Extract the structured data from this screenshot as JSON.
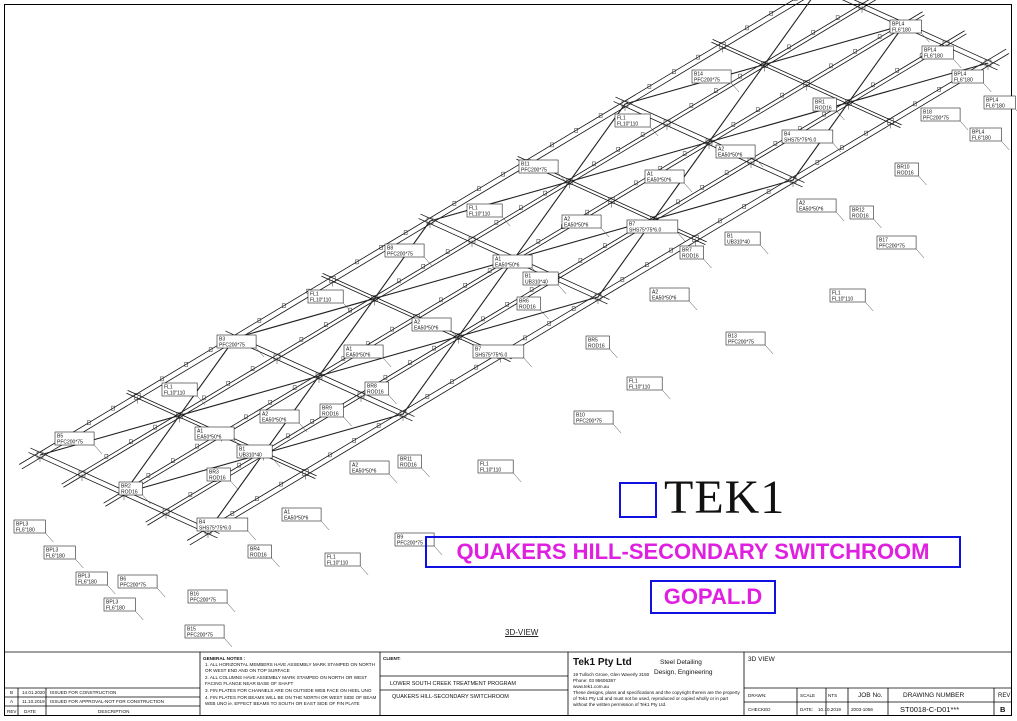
{
  "drawing": {
    "view_caption": "3D-VIEW",
    "labels": [
      {
        "code": "BPL4",
        "sub": "FL6\"180"
      },
      {
        "code": "BPL4",
        "sub": "FL6\"180"
      },
      {
        "code": "BPL4",
        "sub": "FL6\"180"
      },
      {
        "code": "BPL4",
        "sub": "FL6\"180"
      },
      {
        "code": "BPL4",
        "sub": "FL6\"180"
      },
      {
        "code": "BPL3",
        "sub": "FL6\"180"
      },
      {
        "code": "BPL3",
        "sub": "FL6\"180"
      },
      {
        "code": "BPL3",
        "sub": "FL6\"180"
      },
      {
        "code": "BPL3",
        "sub": "FL6\"180"
      },
      {
        "code": "B15",
        "sub": "PFC200*75"
      },
      {
        "code": "B14",
        "sub": "PFC200*75"
      },
      {
        "code": "B11",
        "sub": "PFC200*75"
      },
      {
        "code": "B8",
        "sub": "PFC200*75"
      },
      {
        "code": "B3",
        "sub": "PFC200*75"
      },
      {
        "code": "B5",
        "sub": "PFC200*75"
      },
      {
        "code": "B6",
        "sub": "PFC200*75"
      },
      {
        "code": "B16",
        "sub": "PFC200*75"
      },
      {
        "code": "B17",
        "sub": "PFC200*75"
      },
      {
        "code": "B13",
        "sub": "PFC200*75"
      },
      {
        "code": "B10",
        "sub": "PFC200*75"
      },
      {
        "code": "B9",
        "sub": "PFC200*75"
      },
      {
        "code": "B18",
        "sub": "PFC200*75"
      },
      {
        "code": "FL1",
        "sub": "FL10\"110"
      },
      {
        "code": "FL1",
        "sub": "FL10\"110"
      },
      {
        "code": "FL1",
        "sub": "FL10\"110"
      },
      {
        "code": "FL1",
        "sub": "FL10\"110"
      },
      {
        "code": "FL1",
        "sub": "FL10\"110"
      },
      {
        "code": "FL1",
        "sub": "FL10\"110"
      },
      {
        "code": "FL1",
        "sub": "FL10\"110"
      },
      {
        "code": "FL1",
        "sub": "FL10\"110"
      },
      {
        "code": "A1",
        "sub": "EA50*50*6"
      },
      {
        "code": "A1",
        "sub": "EA50*50*6"
      },
      {
        "code": "A1",
        "sub": "EA50*50*6"
      },
      {
        "code": "A1",
        "sub": "EA50*50*6"
      },
      {
        "code": "A1",
        "sub": "EA50*50*6"
      },
      {
        "code": "A2",
        "sub": "EA50*50*6"
      },
      {
        "code": "A2",
        "sub": "EA50*50*6"
      },
      {
        "code": "A2",
        "sub": "EA50*50*6"
      },
      {
        "code": "A2",
        "sub": "EA50*50*6"
      },
      {
        "code": "A2",
        "sub": "EA50*50*6"
      },
      {
        "code": "A2",
        "sub": "EA50*50*6"
      },
      {
        "code": "A2",
        "sub": "EA50*50*6"
      },
      {
        "code": "B1",
        "sub": "UB310*40"
      },
      {
        "code": "B1",
        "sub": "UB310*40"
      },
      {
        "code": "B1",
        "sub": "UB310*40"
      },
      {
        "code": "B4",
        "sub": "SHS75*75*6.0"
      },
      {
        "code": "B4",
        "sub": "SHS75*75*6.0"
      },
      {
        "code": "B7",
        "sub": "SHS75*75*6.0"
      },
      {
        "code": "B7",
        "sub": "SHS75*75*6.0"
      },
      {
        "code": "BR1",
        "sub": "ROD16"
      },
      {
        "code": "BR2",
        "sub": "ROD16"
      },
      {
        "code": "BR3",
        "sub": "ROD16"
      },
      {
        "code": "BR4",
        "sub": "ROD16"
      },
      {
        "code": "BR5",
        "sub": "ROD16"
      },
      {
        "code": "BR6",
        "sub": "ROD16"
      },
      {
        "code": "BR7",
        "sub": "ROD16"
      },
      {
        "code": "BR8",
        "sub": "ROD16"
      },
      {
        "code": "BR9",
        "sub": "ROD16"
      },
      {
        "code": "BR10",
        "sub": "ROD16"
      },
      {
        "code": "BR11",
        "sub": "ROD16"
      },
      {
        "code": "BR12",
        "sub": "ROD16"
      }
    ]
  },
  "overlay": {
    "logo_text": "TEK1",
    "project_title": "QUAKERS HILL-SECONDARY SWITCHROOM",
    "author": "GOPAL.D"
  },
  "title_block": {
    "revisions": [
      {
        "rev": "B",
        "date": "14.01.2020",
        "description": "ISSUED FOR CONSTRUCTION"
      },
      {
        "rev": "A",
        "date": "11.10.2019",
        "description": "ISSUED FOR APPROVAL-NOT FOR CONSTRUCTION"
      }
    ],
    "rev_headers": {
      "rev": "REV",
      "date": "DATE",
      "description": "DESCRIPTION"
    },
    "general_notes_title": "GENERAL NOTES :",
    "general_notes": [
      "1. ALL HORIZONTAL MEMBERS HAVE ASSEMBLY MARK STAMPED ON NORTH OR WEST END AND ON TOP SURFACE",
      "2. ALL COLUMNS HAVE ASSEMBLY MARK STAMPED ON NORTH OR WEST FACING FLANGE NEAR BASE OF SHAFT",
      "3. FIN PLATES FOR CHANNELS ARE ON OUTSIDE WEB FACE ON HEEL UNO",
      "4. FIN PLATES FOR BEAMS WILL BE ON THE NORTH OR WEST SIDE OF BEAM WEB UNO ie. EFFECT BEAMS TO SOUTH OR EAST SIDE OF FIN PLATE"
    ],
    "client_label": "CLIENT:",
    "client_program": "LOWER SOUTH CREEK TREATMENT PROGRAM",
    "client_project": "QUAKERS HILL-SECONDARY SWITCHROOM",
    "company_name": "Tek1 Pty Ltd",
    "company_address": "19 Tulloch Grove, Glen Waverly 3150",
    "company_phone": "Phone: 03 95606397",
    "company_web": "www.tek1.com.au",
    "company_disclaimer": "These designs, plans and specifications and the copyright therein are the property of Tek1 Pty Ltd and must not be used, reproduced or copied wholly or in part without the written permission of Tek1 Pty Ltd.",
    "service_line1": "Steel Detailing",
    "service_line2": "Design, Engineering",
    "view_name": "3D VIEW",
    "drawn_label": "DRAWN:",
    "checked_label": "CHECKED",
    "scale_label": "SCALE",
    "scale_value": "NTS",
    "date_label": "DATE:",
    "date_value": "10.10.2019",
    "job_label": "JOB No.",
    "job_value": "2003-1056",
    "drawing_number_label": "DRAWING NUMBER",
    "drawing_number": "ST0018-C-D01***",
    "rev_label": "REV",
    "rev_value": "B"
  }
}
